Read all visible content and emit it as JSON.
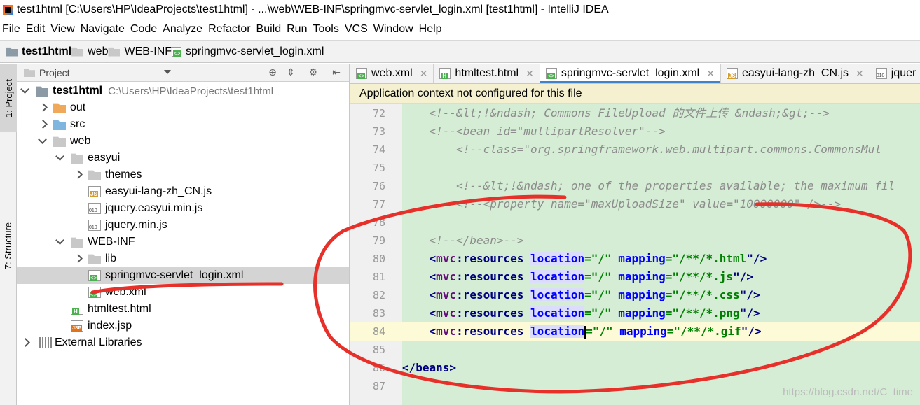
{
  "window": {
    "title": "test1html [C:\\Users\\HP\\IdeaProjects\\test1html] - ...\\web\\WEB-INF\\springmvc-servlet_login.xml [test1html] - IntelliJ IDEA"
  },
  "menu": [
    "File",
    "Edit",
    "View",
    "Navigate",
    "Code",
    "Analyze",
    "Refactor",
    "Build",
    "Run",
    "Tools",
    "VCS",
    "Window",
    "Help"
  ],
  "breadcrumbs": [
    "test1html",
    "web",
    "WEB-INF",
    "springmvc-servlet_login.xml"
  ],
  "left_strip": {
    "project_tab": "1: Project",
    "structure_tab": "7: Structure"
  },
  "project_panel": {
    "title": "Project",
    "tree": [
      {
        "label": "test1html",
        "path": "C:\\Users\\HP\\IdeaProjects\\test1html",
        "icon": "project-folder-icon"
      },
      {
        "label": "out",
        "icon": "folder-orange-icon"
      },
      {
        "label": "src",
        "icon": "folder-blue-icon"
      },
      {
        "label": "web",
        "icon": "web-folder-icon"
      },
      {
        "label": "easyui",
        "icon": "folder-icon"
      },
      {
        "label": "themes",
        "icon": "folder-icon"
      },
      {
        "label": "easyui-lang-zh_CN.js",
        "icon": "js-file-icon"
      },
      {
        "label": "jquery.easyui.min.js",
        "icon": "binary-js-file-icon"
      },
      {
        "label": "jquery.min.js",
        "icon": "binary-js-file-icon"
      },
      {
        "label": "WEB-INF",
        "icon": "folder-icon"
      },
      {
        "label": "lib",
        "icon": "folder-icon"
      },
      {
        "label": "springmvc-servlet_login.xml",
        "icon": "xml-file-icon"
      },
      {
        "label": "web.xml",
        "icon": "xml-file-icon"
      },
      {
        "label": "htmltest.html",
        "icon": "html-file-icon"
      },
      {
        "label": "index.jsp",
        "icon": "jsp-file-icon"
      },
      {
        "label": "External Libraries",
        "icon": "libraries-icon"
      }
    ]
  },
  "editor": {
    "tabs": [
      "web.xml",
      "htmltest.html",
      "springmvc-servlet_login.xml",
      "easyui-lang-zh_CN.js",
      "jquer"
    ],
    "active_tab": "springmvc-servlet_login.xml",
    "banner": "Application context not configured for this file",
    "lines": [
      {
        "n": "72",
        "text": "    <!--&lt;!&ndash; Commons FileUpload 的文件上传 &ndash;&gt;-->"
      },
      {
        "n": "73",
        "text": "    <!--<bean id=\"multipartResolver\"-->"
      },
      {
        "n": "74",
        "text": "        <!--class=\"org.springframework.web.multipart.commons.CommonsMul"
      },
      {
        "n": "75",
        "text": ""
      },
      {
        "n": "76",
        "text": "        <!--&lt;!&ndash; one of the properties available; the maximum fil"
      },
      {
        "n": "77",
        "text": "        <!--<property name=\"maxUploadSize\" value=\"10000000\" />-->"
      },
      {
        "n": "78",
        "text": ""
      },
      {
        "n": "79",
        "text": "    <!--</bean>-->"
      },
      {
        "n": "80",
        "ext": ".html"
      },
      {
        "n": "81",
        "ext": ".js"
      },
      {
        "n": "82",
        "ext": ".css"
      },
      {
        "n": "83",
        "ext": ".png"
      },
      {
        "n": "84",
        "ext": ".gif"
      },
      {
        "n": "85",
        "text": ""
      },
      {
        "n": "86",
        "text": "</beans>"
      },
      {
        "n": "87",
        "text": ""
      }
    ],
    "resource_tag": {
      "open": "<",
      "ns": "mvc",
      "name": ":resources",
      "attr1": "location",
      "eq_val1": "=\"/\"",
      "attr2": "mapping",
      "val2_prefix": "=\"/**/*",
      "close": "\"/>"
    }
  },
  "watermark": "https://blog.csdn.net/C_time",
  "colors": {
    "annotation": "#e8302a",
    "code_bg": "#d5ecd5",
    "banner_bg": "#f5f1d0",
    "tab_underline": "#4083c9"
  }
}
